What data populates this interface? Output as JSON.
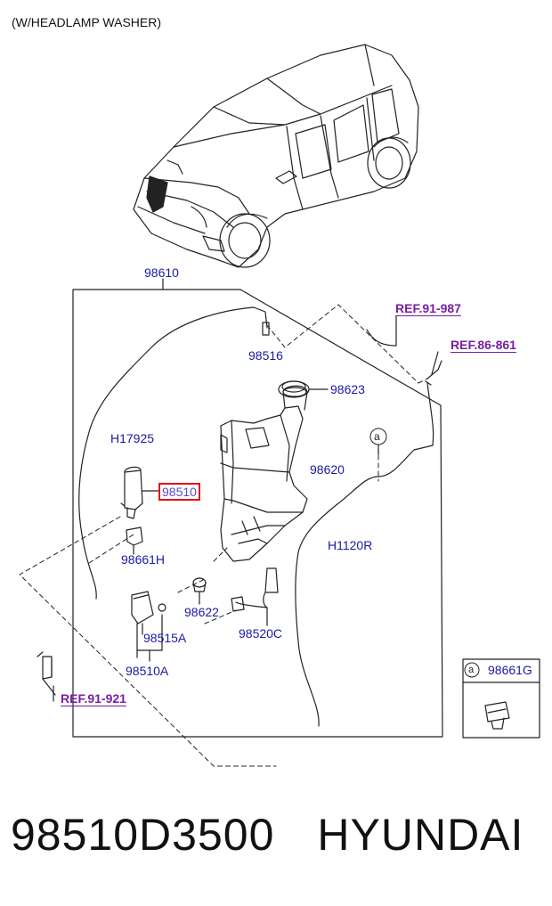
{
  "header_note": "(W/HEADLAMP WASHER)",
  "labels": {
    "assembly": "98610",
    "nozzle": "98516",
    "cap": "98623",
    "hose_left": "H17925",
    "reservoir": "98620",
    "pump_selected": "98510",
    "grommet_h": "98661H",
    "hose_right": "H1120R",
    "grommet": "98622",
    "pump_headlamp": "98515A",
    "level_sensor": "98520C",
    "pump_assy": "98510A"
  },
  "refs": {
    "ref1": "REF.91-987",
    "ref2": "REF.86-861",
    "ref3": "REF.91-921"
  },
  "callout": {
    "marker": "a",
    "inset_marker": "a",
    "inset_part": "98661G"
  },
  "caption": {
    "part_number": "98510D3500",
    "brand": "HYUNDAI"
  },
  "colors": {
    "label": "#1a1aa0",
    "ref": "#7a1fa2",
    "highlight_border": "#dd1111",
    "line": "#222222"
  }
}
